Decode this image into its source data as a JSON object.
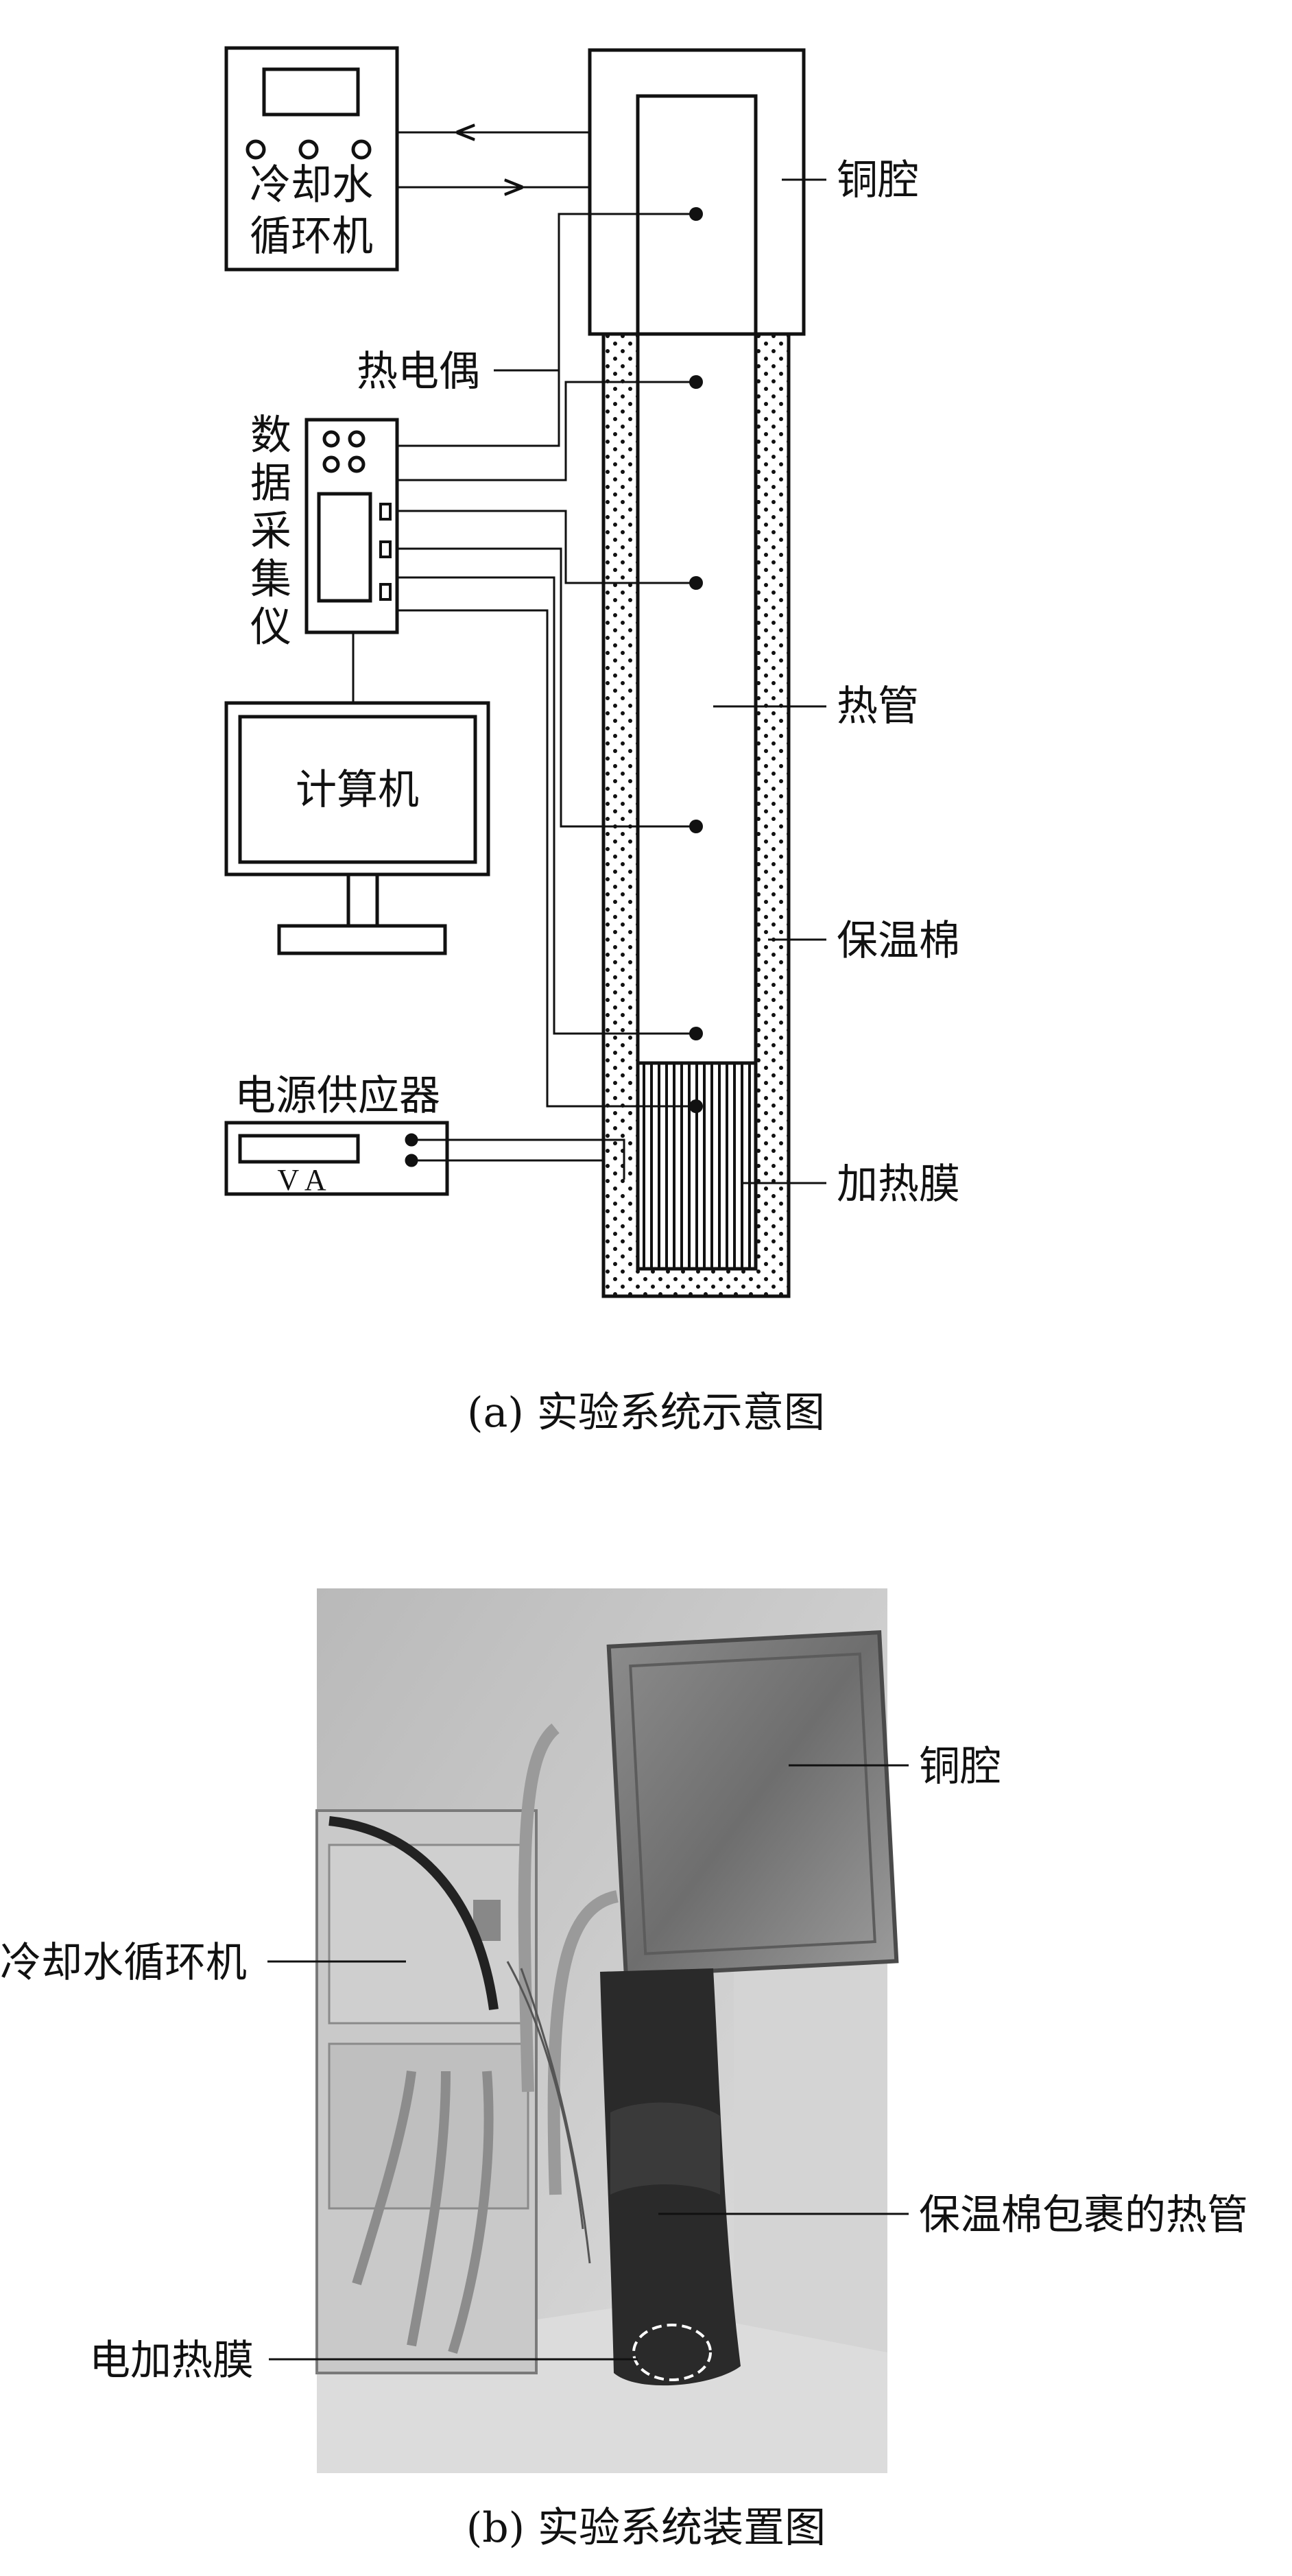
{
  "figure_a": {
    "caption": "(a) 实验系统示意图",
    "labels": {
      "cooler": [
        "冷却水",
        "循环机"
      ],
      "copper_cavity": "铜腔",
      "thermocouple": "热电偶",
      "daq": [
        "数",
        "据",
        "采",
        "集",
        "仪"
      ],
      "heat_pipe": "热管",
      "computer": "计算机",
      "insulation": "保温棉",
      "power_supply": "电源供应器",
      "power_meter": "V  A",
      "heating_film": "加热膜"
    }
  },
  "figure_b": {
    "caption": "(b) 实验系统装置图",
    "labels": {
      "copper_cavity": "铜腔",
      "cooler": "冷却水循环机",
      "wrapped_pipe": "保温棉包裹的热管",
      "heating_film": "电加热膜"
    }
  }
}
